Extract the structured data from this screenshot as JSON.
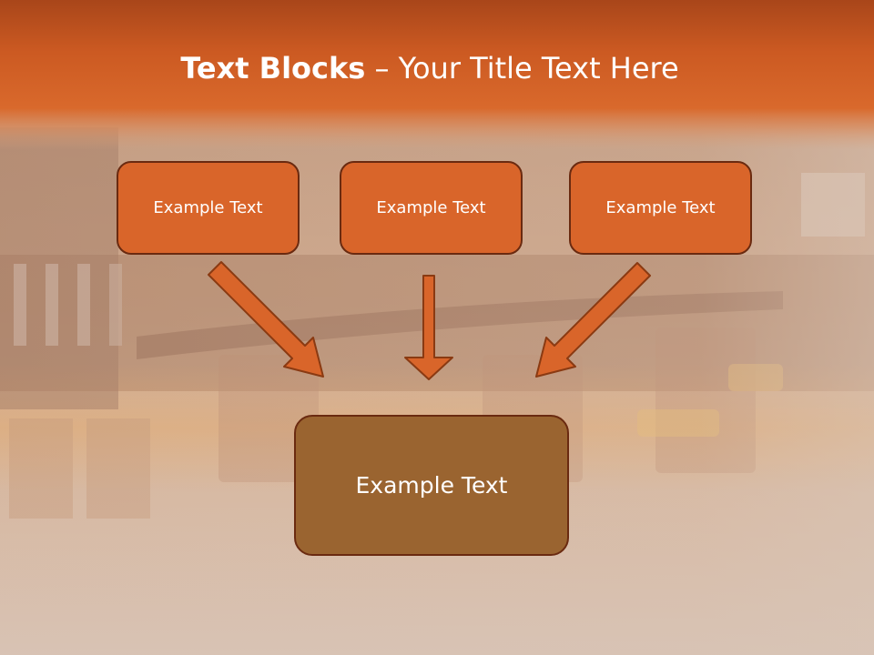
{
  "slide": {
    "title_bold": "Text Blocks",
    "title_dash": " – ",
    "title_rest": "Your Title Text Here",
    "boxes": [
      {
        "label": "Example Text"
      },
      {
        "label": "Example Text"
      },
      {
        "label": "Example Text"
      }
    ],
    "bottom_box": {
      "label": "Example Text"
    }
  },
  "colors": {
    "header_orange": "#d9652a",
    "box_fill": "#d9652a",
    "box_border": "#6a2a10",
    "bottom_box_fill": "#9a6430",
    "arrow_fill": "#d9652a",
    "arrow_stroke": "#8a3a12"
  }
}
